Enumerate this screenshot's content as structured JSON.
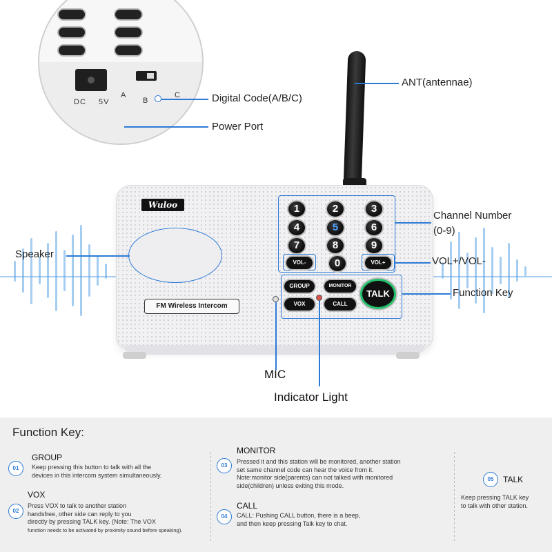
{
  "brand": "Wuloo",
  "model_label": "FM Wireless Intercom",
  "zoom": {
    "dc": "DC",
    "v5": "5V",
    "a": "A",
    "b": "B",
    "c": "C"
  },
  "keys": {
    "k1": "1",
    "k2": "2",
    "k3": "3",
    "k4": "4",
    "k5": "5",
    "k6": "6",
    "k7": "7",
    "k8": "8",
    "k9": "9",
    "k0": "0",
    "vol_minus": "VOL-",
    "vol_plus": "VOL+",
    "group": "GROUP",
    "monitor": "MONITOR",
    "vox": "VOX",
    "call": "CALL",
    "talk": "TALK"
  },
  "callouts": {
    "digital_code": "Digital Code(A/B/C)",
    "power_port": "Power Port",
    "antenna": "ANT(antennae)",
    "speaker": "Speaker",
    "channel_number_1": "Channel Number",
    "channel_number_2": "(0-9)",
    "vol": "VOL+/VOL-",
    "function_key": "Function Key",
    "mic": "MIC",
    "indicator_light": "Indicator Light"
  },
  "function_key_section": {
    "title": "Function Key:",
    "items": [
      {
        "num": "01",
        "name": "GROUP",
        "lines": [
          "Keep pressing this button to talk with all the",
          "devices in this intercom system simultaneously."
        ]
      },
      {
        "num": "02",
        "name": "VOX",
        "lines": [
          "Press VOX to talk to another station",
          "handsfree, other side can reply to you",
          "directly by pressing TALK key. (Note: The VOX",
          "function needs to be activated by proximity sound before speaking)."
        ]
      },
      {
        "num": "03",
        "name": "MONITOR",
        "lines": [
          "Pressed it and this station will be monitored, another station",
          "set same channel code can hear the voice from it.",
          "Note:monitor side(parents) can not talked with monitored",
          "side(children) unless exiting this mode."
        ]
      },
      {
        "num": "04",
        "name": "CALL",
        "lines": [
          "CALL: Pushing CALL button, there is a beep,",
          "and then keep pressing Talk key to chat."
        ]
      },
      {
        "num": "05",
        "name": "TALK",
        "lines": [
          "Keep pressing TALK key",
          "to talk with other station."
        ]
      }
    ]
  },
  "colors": {
    "accent": "#2c7ad6",
    "talk_ring": "#22c06a",
    "indicator": "#d9534f"
  }
}
